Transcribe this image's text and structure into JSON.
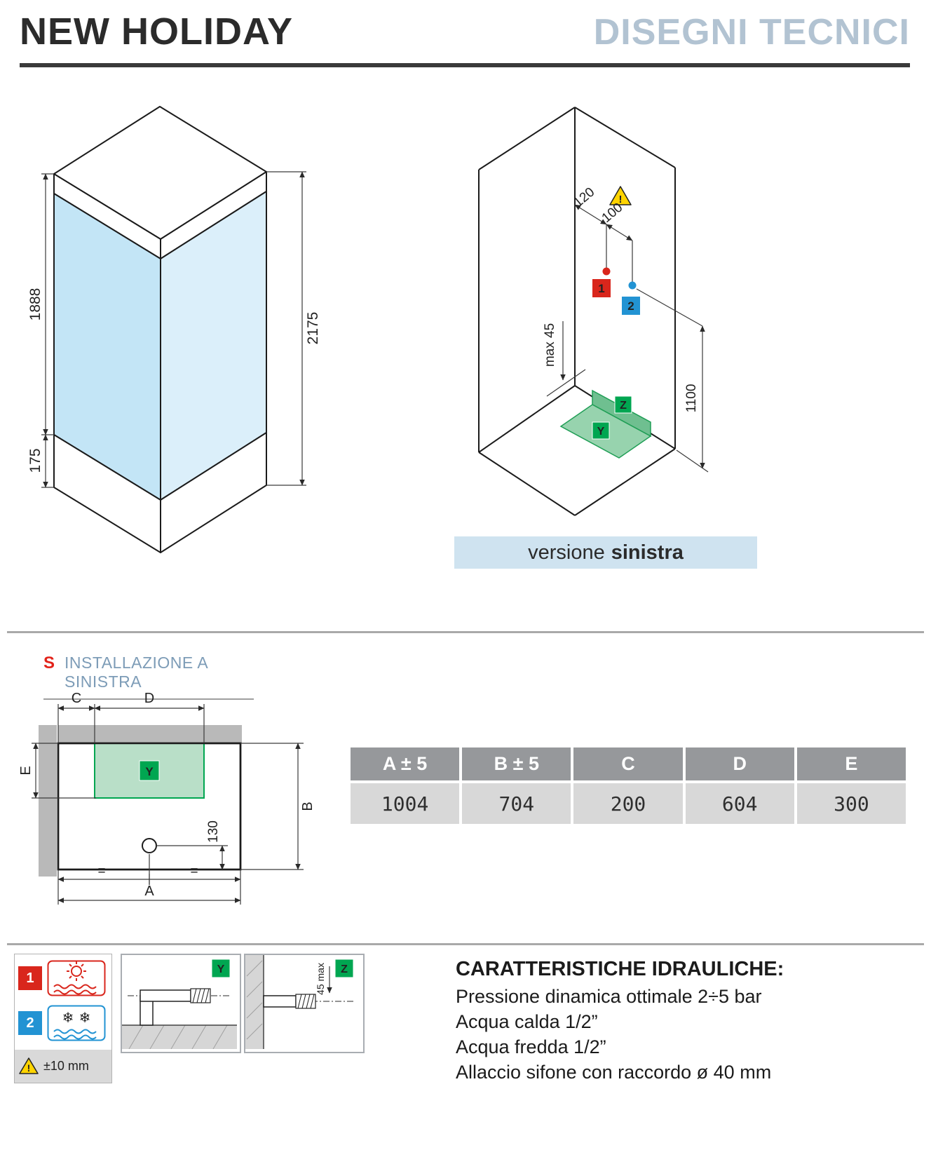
{
  "header": {
    "title": "NEW HOLIDAY",
    "subtitle": "DISEGNI TECNICI"
  },
  "left_iso": {
    "dim_1888": "1888",
    "dim_175": "175",
    "dim_2175": "2175"
  },
  "right_iso": {
    "dim_120": "120",
    "dim_100": "100",
    "warning_mark": "!",
    "label_1": "1",
    "label_2": "2",
    "dim_max45": "max 45",
    "dim_1100": "1100",
    "label_z": "Z",
    "label_y": "Y",
    "banner_text": "versione",
    "banner_bold": "sinistra"
  },
  "plan": {
    "section_letter": "S",
    "section_title": "INSTALLAZIONE A SINISTRA",
    "dim_c": "C",
    "dim_d": "D",
    "dim_e": "E",
    "dim_b": "B",
    "dim_a": "A",
    "dim_130": "130",
    "eq_left": "=",
    "eq_right": "=",
    "label_y": "Y"
  },
  "table": {
    "headers": [
      "A ± 5",
      "B ± 5",
      "C",
      "D",
      "E"
    ],
    "values": [
      "1004",
      "704",
      "200",
      "604",
      "300"
    ]
  },
  "legend": {
    "hot_number": "1",
    "cold_number": "2",
    "snowflake": "❄",
    "warning_mark": "!",
    "tolerance": "±10 mm",
    "detail_y_label": "Y",
    "detail_z_label": "Z",
    "dim_45max": "45 max"
  },
  "hydraulics": {
    "title": "CARATTERISTICHE IDRAULICHE:",
    "lines": [
      "Pressione dinamica ottimale 2÷5 bar",
      "Acqua calda 1/2”",
      "Acqua fredda 1/2”",
      "Allaccio sifone con raccordo ø 40 mm"
    ]
  },
  "colors": {
    "red": "#d9261c",
    "blue": "#2293d3",
    "green": "#00a651",
    "glass_blue": "#c3e5f6",
    "banner_blue": "#cfe3f0",
    "table_header_gray": "#96989b",
    "table_value_gray": "#d8d8d8"
  }
}
